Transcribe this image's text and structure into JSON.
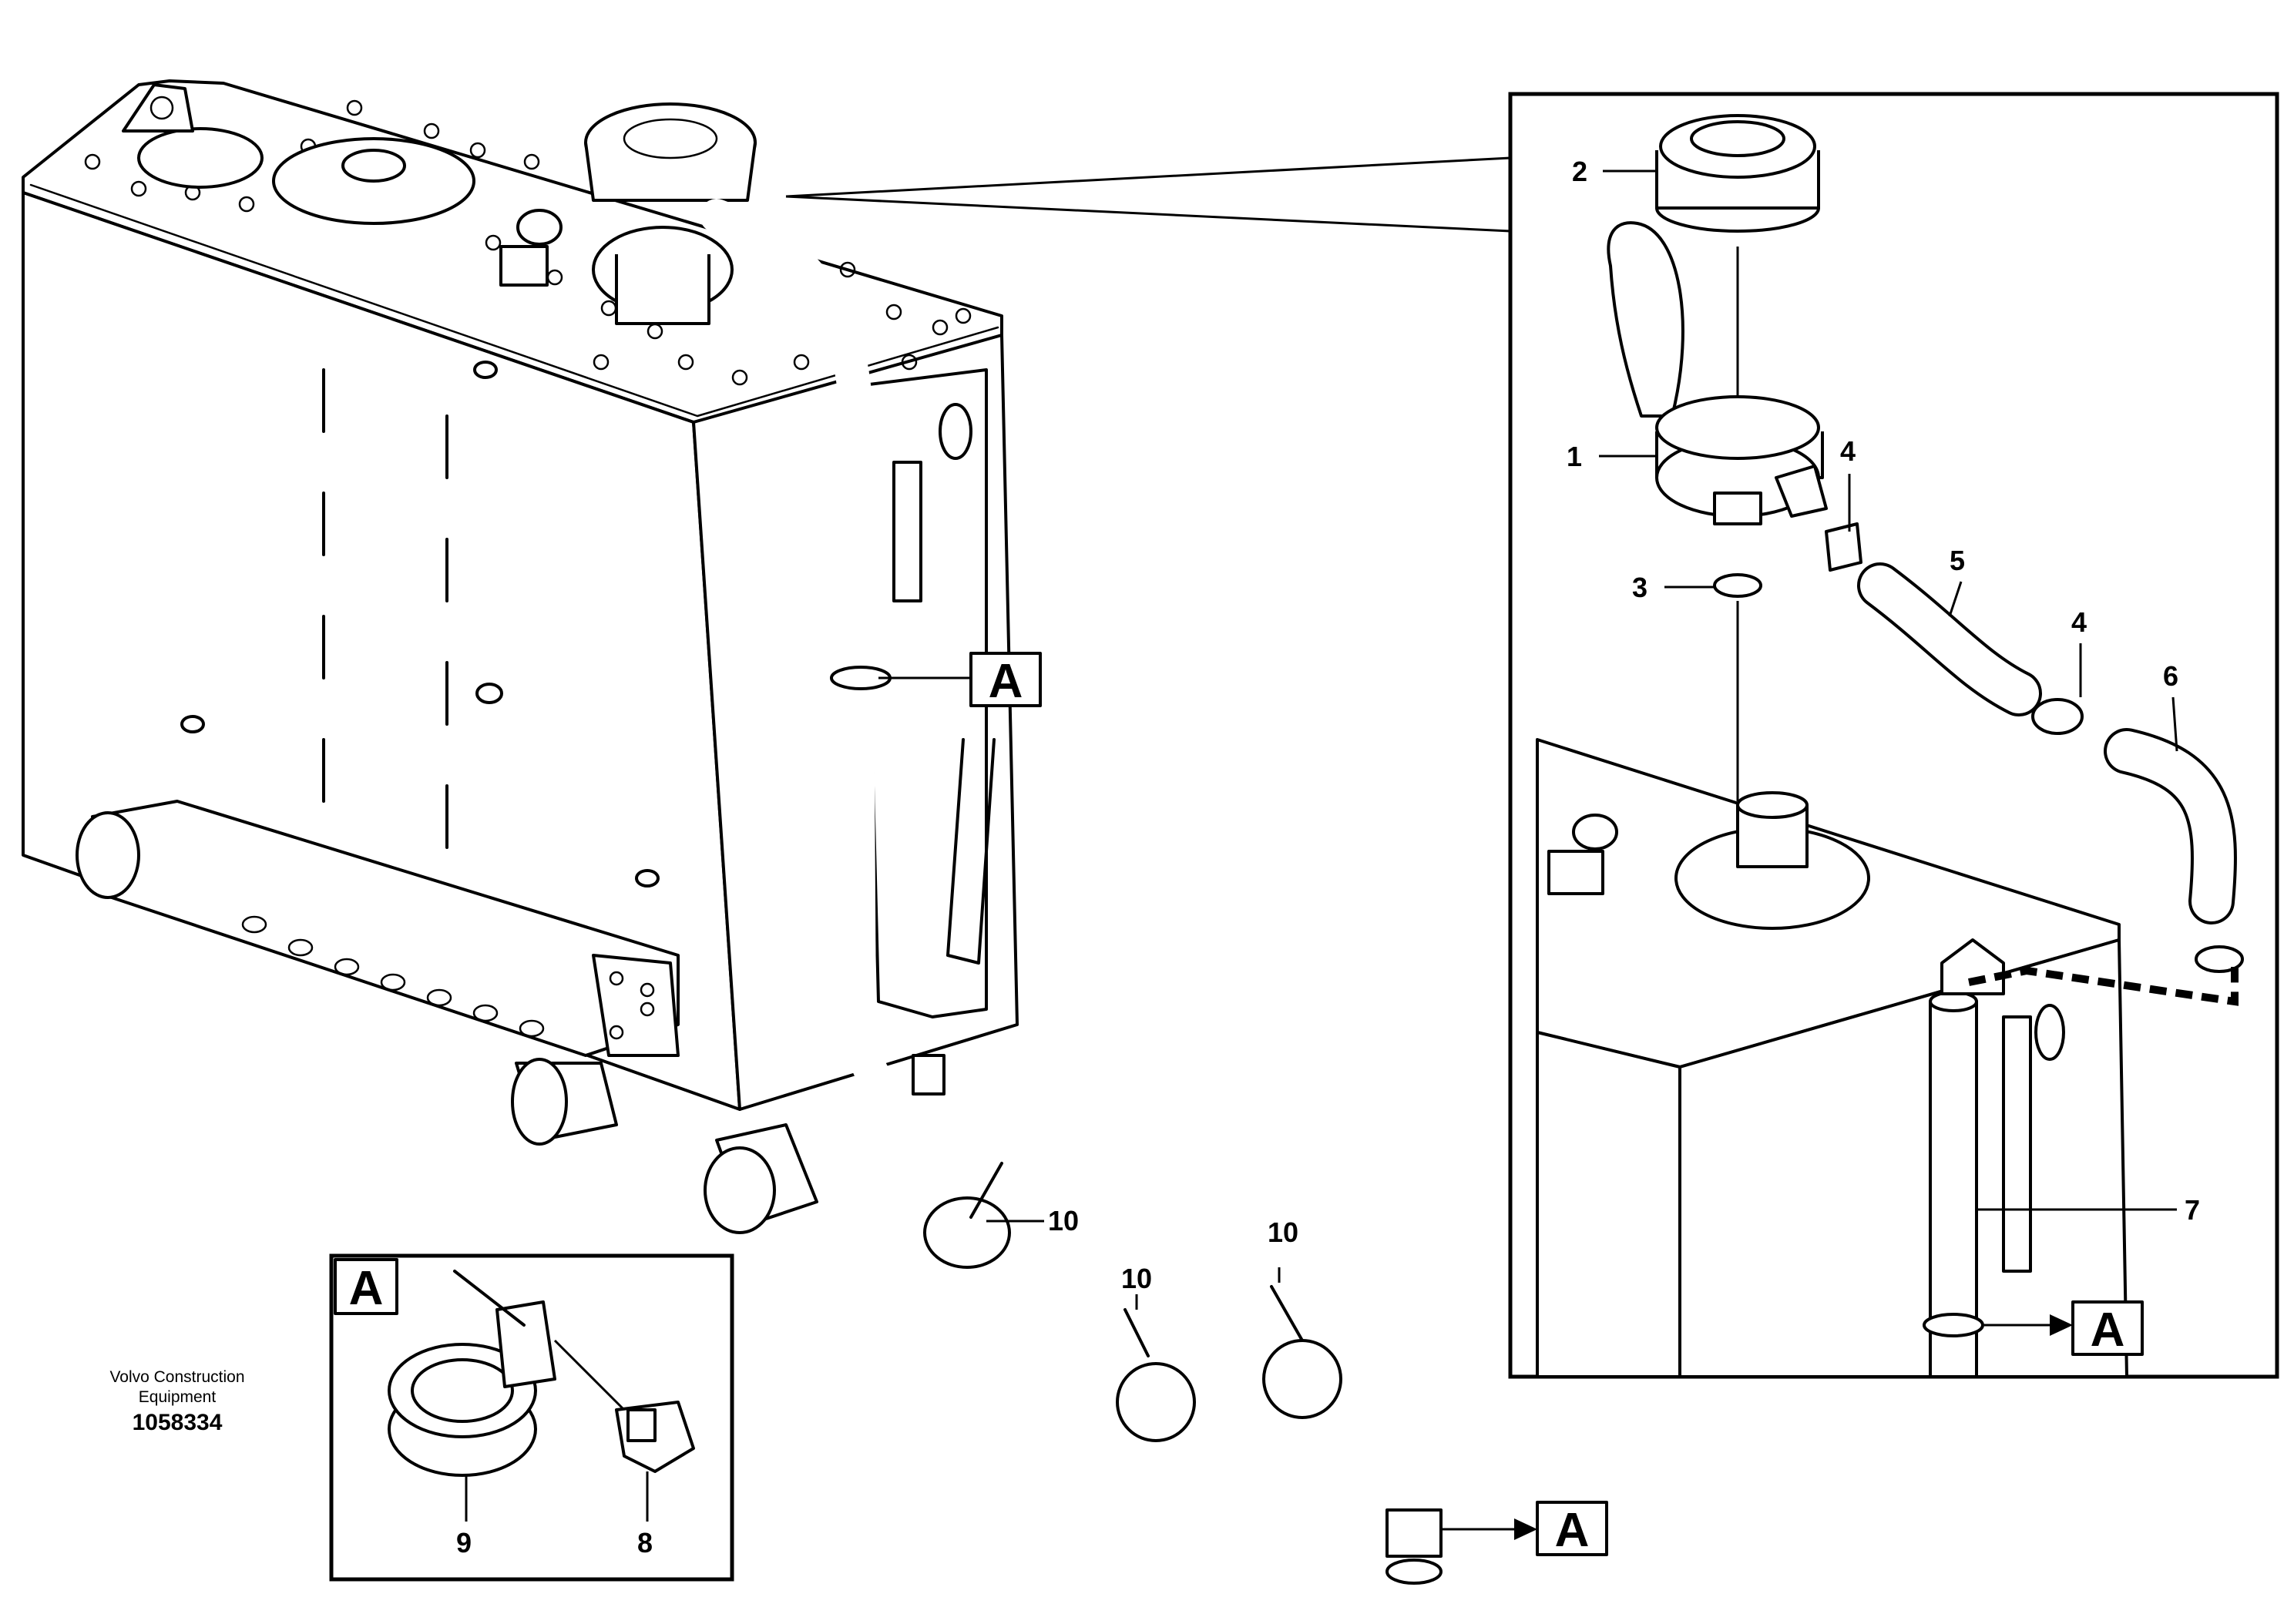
{
  "publisher": {
    "line1": "Volvo Construction",
    "line2": "Equipment"
  },
  "document_number": "1058334",
  "callouts": {
    "c1": "1",
    "c2": "2",
    "c3": "3",
    "c4a": "4",
    "c4b": "4",
    "c5": "5",
    "c6": "6",
    "c7": "7",
    "c8": "8",
    "c9": "9",
    "c10a": "10",
    "c10b": "10",
    "c10c": "10"
  },
  "detail_markers": {
    "mid": "A",
    "bottom": "A",
    "inset_ref": "A",
    "detail_title": "A"
  }
}
